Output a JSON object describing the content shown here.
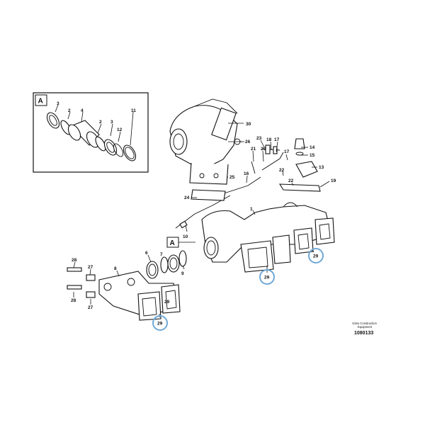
{
  "detail_box": {
    "label": "A",
    "items": [
      "3",
      "2",
      "4",
      "2",
      "3",
      "12",
      "11"
    ]
  },
  "section_ref": "A",
  "labels": [
    "30",
    "26",
    "23",
    "18",
    "17",
    "14",
    "15",
    "17",
    "21",
    "20",
    "22",
    "13",
    "22",
    "19",
    "16",
    "24",
    "25",
    "1",
    "10",
    "6",
    "7",
    "9",
    "8",
    "28",
    "27",
    "28",
    "27",
    "29",
    "29",
    "29",
    "29"
  ],
  "highlight_color": "#6fa8d6",
  "footer": {
    "brand_line1": "Volvo Construction",
    "brand_line2": "Equipment",
    "doc_number": "1080133"
  }
}
